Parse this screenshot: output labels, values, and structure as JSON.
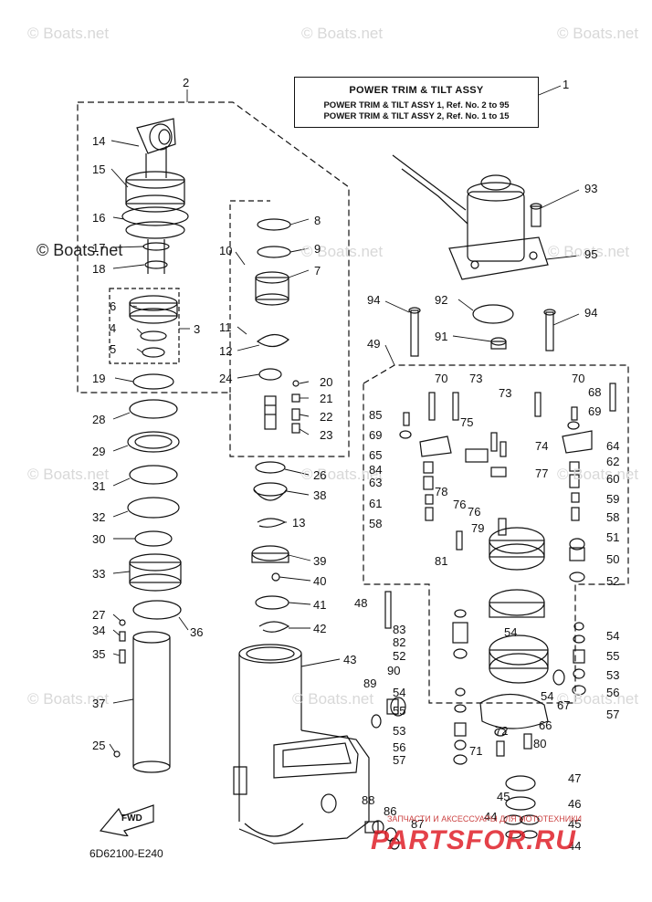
{
  "watermark": "© Boats.net",
  "watermark_dark": "© Boats.net",
  "title_box": {
    "heading": "POWER TRIM  & TILT ASSY",
    "line1": "POWER TRIM & TILT ASSY 1, Ref. No. 2 to 95",
    "line2": "POWER TRIM & TILT ASSY 2, Ref. No. 1 to 15"
  },
  "diagram_code": "6D62100-E240",
  "fwd_label": "FWD",
  "shop_tagline": "ЗАПЧАСТИ И АКСЕССУАРЫ ДЛЯ МОТОТЕХНИКИ",
  "shop_logo": "PARTSFOR.RU",
  "callouts": [
    "1",
    "2",
    "3",
    "4",
    "5",
    "6",
    "7",
    "8",
    "9",
    "10",
    "11",
    "12",
    "13",
    "14",
    "15",
    "16",
    "17",
    "18",
    "19",
    "20",
    "21",
    "22",
    "23",
    "24",
    "25",
    "26",
    "27",
    "28",
    "29",
    "30",
    "31",
    "32",
    "33",
    "34",
    "35",
    "36",
    "37",
    "38",
    "39",
    "40",
    "41",
    "42",
    "43",
    "44",
    "44",
    "45",
    "45",
    "46",
    "47",
    "48",
    "49",
    "50",
    "51",
    "52",
    "52",
    "53",
    "53",
    "54",
    "54",
    "54",
    "54",
    "55",
    "55",
    "56",
    "56",
    "57",
    "57",
    "58",
    "58",
    "59",
    "60",
    "61",
    "62",
    "63",
    "64",
    "65",
    "66",
    "67",
    "68",
    "69",
    "69",
    "70",
    "70",
    "71",
    "72",
    "73",
    "73",
    "74",
    "75",
    "76",
    "76",
    "77",
    "78",
    "79",
    "80",
    "81",
    "82",
    "83",
    "84",
    "85",
    "86",
    "87",
    "88",
    "89",
    "90",
    "91",
    "92",
    "93",
    "94",
    "94",
    "95"
  ]
}
